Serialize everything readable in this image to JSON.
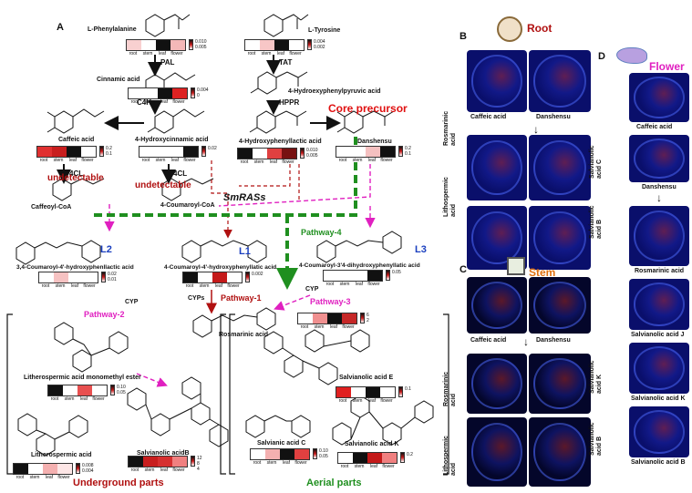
{
  "panels": {
    "A": {
      "label": "A",
      "compounds": {
        "phe": "L-Phenylalanine",
        "tyr": "L-Tyrosine",
        "cinnamic": "Cinnamic acid",
        "hppa": "4-Hydroexyphenylpyruvic acid",
        "caffeic": "Caffeic  acid",
        "hca": "4-Hydroxycinnamic acid",
        "hpla": "4-Hydroxyphenyllactic acid",
        "danshensu": "Danshensu",
        "caffcoa": "Caffeoyl-CoA",
        "coumcoa": "4-Coumaroyl-CoA",
        "l2": "3,4-Coumaroyl-4'-hydroxyphenllactic acid",
        "l1": "4-Coumaroyl-4'-hydroxyphenyllatic acid",
        "l3": "4-Coumaroyl-3'4-dihydroxyphenyllatic acid",
        "ra": "Rosmarinic acid",
        "lame": "Litherospermic acid monomethyl ester",
        "la": "Litherospermic acid",
        "sab": "Salvianolic acidB",
        "sae": "Salvianolic acid E",
        "sac": "Salvianic acid C",
        "sak": "Salvianolic acid K"
      },
      "enzymes": {
        "pal": "PAL",
        "tat": "TAT",
        "c4h": "C4H",
        "hppr": "HPPR",
        "cl1": "4CL",
        "cl2": "4CL",
        "ras": "SmRASs",
        "cyp1": "CYP",
        "cyp2": "CYP",
        "cyps": "CYPs"
      },
      "labels": {
        "core": "Core precursor",
        "undet1": "undetectable",
        "undet2": "undetectable",
        "l1": "L1",
        "l2": "L2",
        "l3": "L3",
        "pw1": "Pathway-1",
        "pw2": "Pathway-2",
        "pw3": "Pathway-3",
        "pw4": "Pathway-4",
        "underground": "Underground parts",
        "aerial": "Aerial parts"
      },
      "tissues": [
        "root",
        "stem",
        "leaf",
        "flower"
      ],
      "heatmaps": {
        "phe": {
          "colors": [
            "#f8d0d0",
            "#ffffff",
            "#111111",
            "#f4b8b8"
          ],
          "scale": [
            "0.010",
            "0.005"
          ]
        },
        "tyr": {
          "colors": [
            "#ffffff",
            "#f7c6c6",
            "#111111",
            "#ffffff"
          ],
          "scale": [
            "0.004",
            "0.002"
          ]
        },
        "cinnamic": {
          "colors": [
            "#ffffff",
            "#ffffff",
            "#111111",
            "#dd2222"
          ],
          "scale": [
            "0.004",
            "0"
          ]
        },
        "caffeic": {
          "colors": [
            "#e03030",
            "#c81e1e",
            "#111111",
            "#ffffff"
          ],
          "scale": [
            "0.2",
            "0.1"
          ]
        },
        "hca": {
          "colors": [
            "#ffffff",
            "#ffffff",
            "#ffffff",
            "#111111"
          ],
          "scale": [
            "0.02"
          ]
        },
        "hpla": {
          "colors": [
            "#111111",
            "#ffffff",
            "#e04040",
            "#771111"
          ],
          "scale": [
            "0.010",
            "0.005"
          ]
        },
        "danshensu": {
          "colors": [
            "#ffffff",
            "#ffffff",
            "#f4c0c0",
            "#111111"
          ],
          "scale": [
            "0.2",
            "0.1"
          ]
        },
        "l2": {
          "colors": [
            "#ffffff",
            "#f6c2c2",
            "#ffffff",
            "#ffffff"
          ],
          "scale": [
            "0.02",
            "0.01"
          ]
        },
        "l1": {
          "colors": [
            "#111111",
            "#ffffff",
            "#c41a1a",
            "#ffffff"
          ],
          "scale": [
            "0.002"
          ]
        },
        "l3": {
          "colors": [
            "#ffffff",
            "#ffffff",
            "#ffffff",
            "#111111"
          ],
          "scale": [
            "0.05"
          ]
        },
        "ra": {
          "colors": [
            "#ffffff",
            "#f09090",
            "#111111",
            "#c62828"
          ],
          "scale": [
            "6",
            "2"
          ]
        },
        "lame": {
          "colors": [
            "#111111",
            "#ffffff",
            "#e85050",
            "#ffffff"
          ],
          "scale": [
            "0.10",
            "0.05"
          ]
        },
        "sae": {
          "colors": [
            "#e02020",
            "#ffffff",
            "#111111",
            "#ffffff"
          ],
          "scale": [
            "0.1"
          ]
        },
        "la": {
          "colors": [
            "#111111",
            "#ffffff",
            "#f4b0b0",
            "#fde6e6"
          ],
          "scale": [
            "0.008",
            "0.004"
          ]
        },
        "sab": {
          "colors": [
            "#111111",
            "#c81e1e",
            "#d63030",
            "#f08080"
          ],
          "scale": [
            "12",
            "8",
            "4"
          ]
        },
        "sac": {
          "colors": [
            "#ffffff",
            "#f4b0b0",
            "#111111",
            "#e04040"
          ],
          "scale": [
            "0.10",
            "0.05"
          ]
        },
        "sak": {
          "colors": [
            "#ffffff",
            "#111111",
            "#c41a1a",
            "#f08080"
          ],
          "scale": [
            "0.2"
          ]
        }
      }
    },
    "B": {
      "label": "B",
      "title": "Root",
      "images": [
        "Caffeic acid",
        "Danshensu"
      ],
      "row2_label": "Rosmarinic\nacid",
      "row3_label": "Lithospermic\nacid"
    },
    "C": {
      "label": "C",
      "title": "Stem",
      "images": [
        "Caffeic acid",
        "Danshensu"
      ],
      "row2_label": "Rosmarinic\nacid",
      "row3_label": "Lithospermic\nacid"
    },
    "D": {
      "label": "D",
      "title": "Flower",
      "captions": [
        "Caffeic acid",
        "Danshensu",
        "Rosmarinic  acid",
        "Salvianolic acid J",
        "Salvianolic  acid K",
        "Salvianolic  acid B"
      ],
      "side_labels": [
        "Salvianolic\nacid C",
        "Salvianolic\nacid B",
        "Salvianolic\nacid K",
        "Salvianolic\nacid B"
      ]
    }
  },
  "colors": {
    "heat_dark": "#111111",
    "heat_red": "#c41a1a",
    "magenta": "#e020c0",
    "green": "#1f8f1f",
    "darkred": "#b01010",
    "blue_label": "#1a3fbf",
    "msi_bg": "#0a0f6b"
  }
}
